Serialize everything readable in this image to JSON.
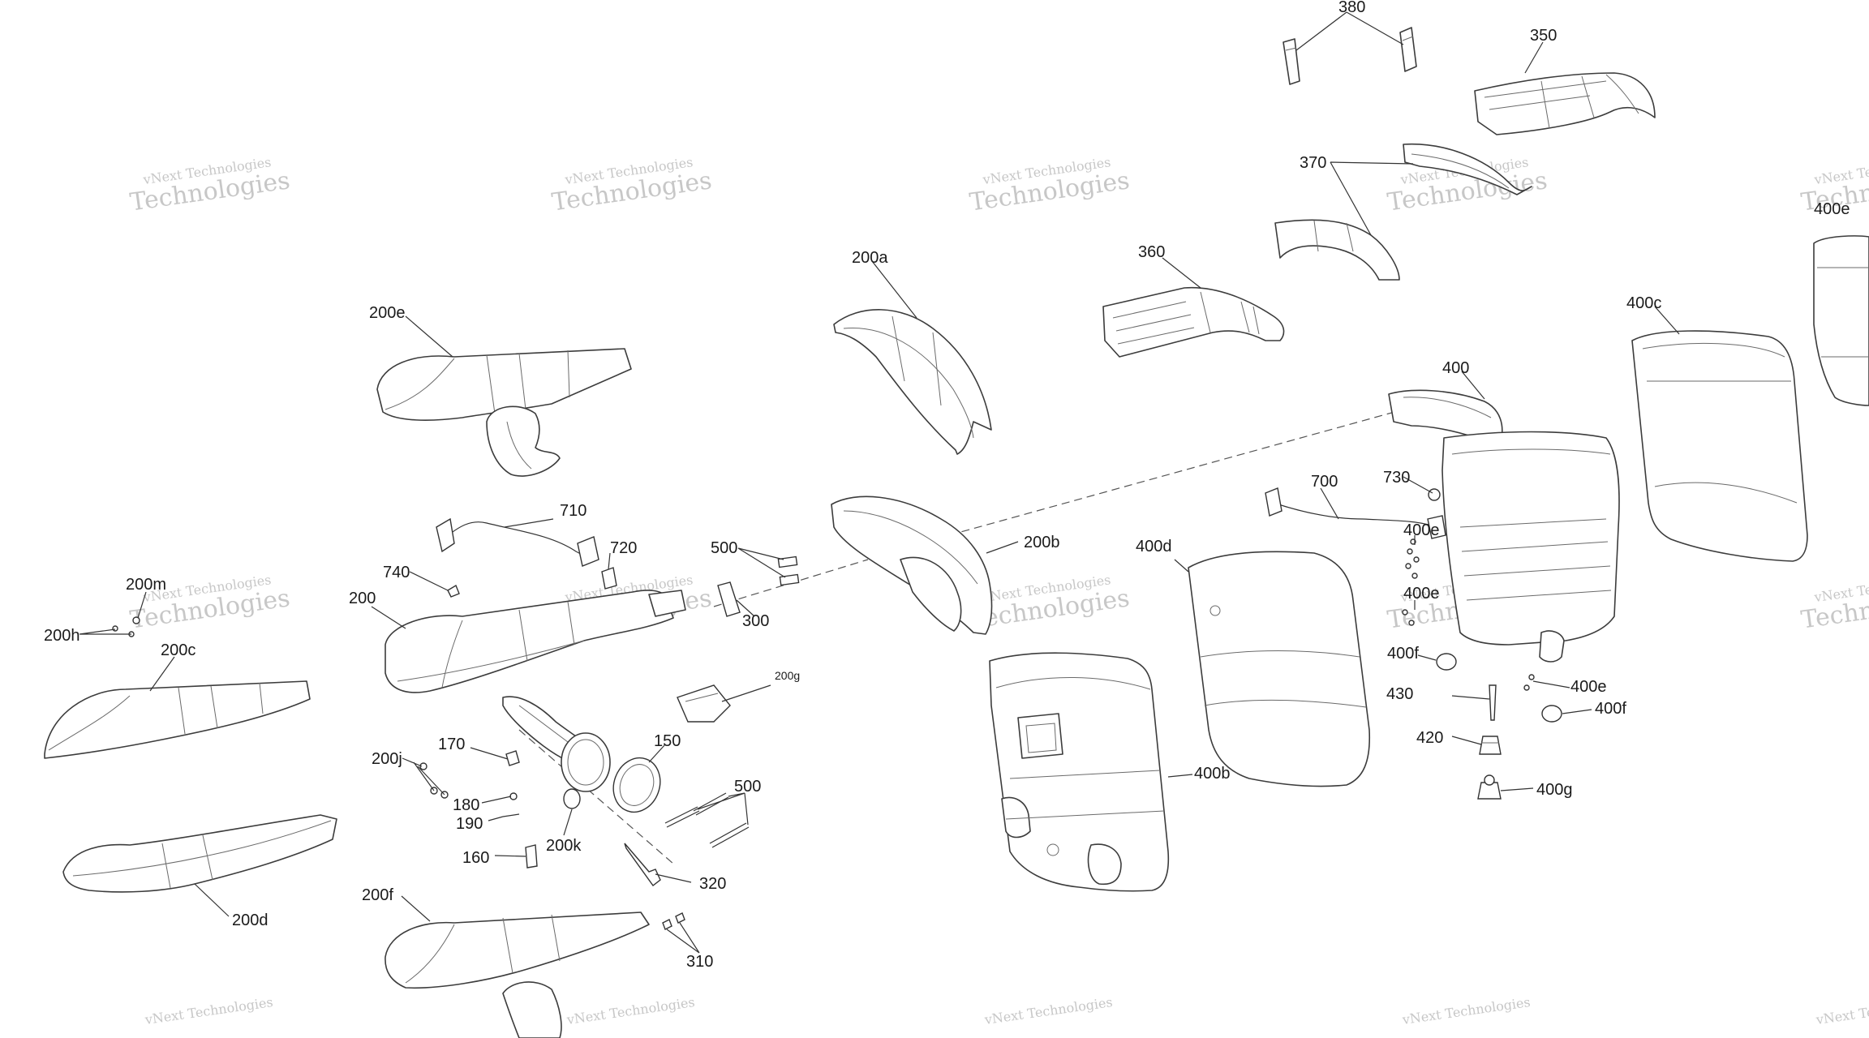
{
  "watermark": {
    "line1": "vNext Technologies",
    "line2": "Technologies"
  },
  "callouts": {
    "c380": "380",
    "c350": "350",
    "c370": "370",
    "c360": "360",
    "c400e_top": "400e",
    "c200a": "200a",
    "c400c": "400c",
    "c200e": "200e",
    "c400": "400",
    "c710": "710",
    "c700": "700",
    "c730": "730",
    "c720": "720",
    "c500_top": "500",
    "c740": "740",
    "c200b": "200b",
    "c400d": "400d",
    "c400e_mid1": "400e",
    "c200m": "200m",
    "c200": "200",
    "c300": "300",
    "c400e_mid2": "400e",
    "c200h": "200h",
    "c200c": "200c",
    "c200g": "200g",
    "c400f_a": "400f",
    "c430": "430",
    "c400e_low": "400e",
    "c400f_b": "400f",
    "c170": "170",
    "c200j": "200j",
    "c150": "150",
    "c420": "420",
    "c400b": "400b",
    "c500_low": "500",
    "c180": "180",
    "c190": "190",
    "c400g": "400g",
    "c200k": "200k",
    "c160": "160",
    "c320": "320",
    "c200d": "200d",
    "c200f": "200f",
    "c310": "310"
  }
}
